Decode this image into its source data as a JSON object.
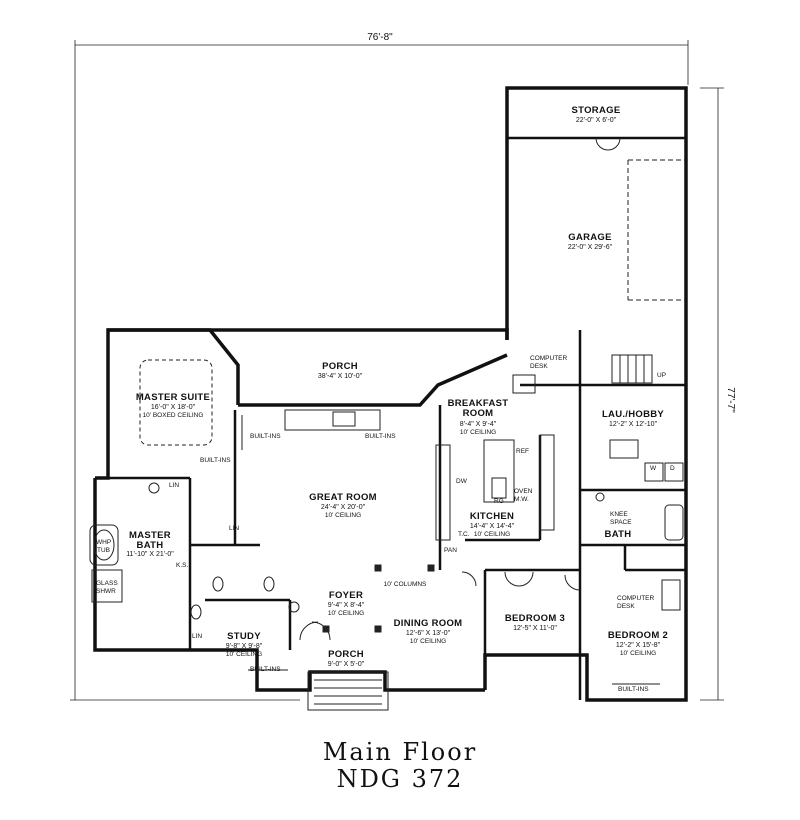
{
  "plan": {
    "overall_width": "76'-8\"",
    "overall_depth": "77'-7\"",
    "columns_note": "10' COLUMNS",
    "rooms": {
      "storage": {
        "name": "STORAGE",
        "dim": "22'-0\" X 6'-0\""
      },
      "garage": {
        "name": "GARAGE",
        "dim": "22'-0\" X 29'-6\""
      },
      "porch_rear": {
        "name": "PORCH",
        "dim": "38'-4\" X 10'-0\""
      },
      "master_suite": {
        "name": "MASTER SUITE",
        "dim": "16'-0\" X 18'-0\"",
        "ceiling": "10' BOXED CEILING"
      },
      "breakfast": {
        "name": "BREAKFAST",
        "name2": "ROOM",
        "dim": "8'-4\" X 9'-4\"",
        "ceiling": "10' CEILING"
      },
      "lau_hobby": {
        "name": "LAU./HOBBY",
        "dim": "12'-2\" X 12'-10\""
      },
      "great_room": {
        "name": "GREAT ROOM",
        "dim": "24'-4\" X 20'-0\"",
        "ceiling": "10' CEILING"
      },
      "kitchen": {
        "name": "KITCHEN",
        "dim": "14'-4\" X 14'-4\"",
        "ceiling": "10' CEILING"
      },
      "master_bath": {
        "name": "MASTER",
        "name2": "BATH",
        "dim": "11'-10\" X 21'-0\""
      },
      "foyer": {
        "name": "FOYER",
        "dim": "9'-4\" X 8'-4\"",
        "ceiling": "10' CEILING"
      },
      "dining": {
        "name": "DINING ROOM",
        "dim": "12'-6\" X 13'-0\"",
        "ceiling": "10' CEILING"
      },
      "bedroom3": {
        "name": "BEDROOM 3",
        "dim": "12'-5\" X 11'-0\""
      },
      "bedroom2": {
        "name": "BEDROOM 2",
        "dim": "12'-2\" X 15'-8\"",
        "ceiling": "10' CEILING"
      },
      "study": {
        "name": "STUDY",
        "dim": "9'-8\" X 9'-8\"",
        "ceiling": "10' CEILING"
      },
      "porch_front": {
        "name": "PORCH",
        "dim": "9'-0\" X 5'-0\""
      },
      "bath": {
        "name": "BATH"
      }
    },
    "fixtures": {
      "computer_desk": "COMPUTER",
      "computer_desk2": "DESK",
      "built_ins": "BUILT-INS",
      "lin": "LIN",
      "whp": "WHP",
      "tub": "TUB",
      "glass": "GLASS",
      "shwr": "SHWR",
      "ks": "K.S.",
      "dw": "DW",
      "ref": "REF",
      "oven": "OVEN",
      "mw": "M.W.",
      "rg": "RG",
      "tc": "T.C.",
      "pan": "PAN",
      "up": "UP",
      "w": "W",
      "d": "D",
      "knee": "KNEE",
      "space": "SPACE"
    }
  },
  "caption": {
    "line1": "Main Floor",
    "line2": "NDG 372"
  }
}
